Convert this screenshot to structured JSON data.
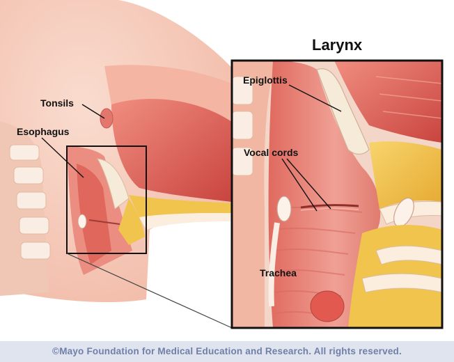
{
  "title": "Larynx",
  "labels": {
    "tonsils": "Tonsils",
    "esophagus": "Esophagus",
    "epiglottis": "Epiglottis",
    "vocal_cords": "Vocal cords",
    "trachea": "Trachea"
  },
  "footer": "©Mayo Foundation for Medical Education and Research.  All rights reserved.",
  "colors": {
    "tissue": "#e9847a",
    "muscle": "#d9544c",
    "cartilage": "#f6ead8",
    "fat": "#f1c44e",
    "skin": "#f7d2c4",
    "footer_bg": "#dfe4ee",
    "footer_text": "#6f7fa8"
  }
}
